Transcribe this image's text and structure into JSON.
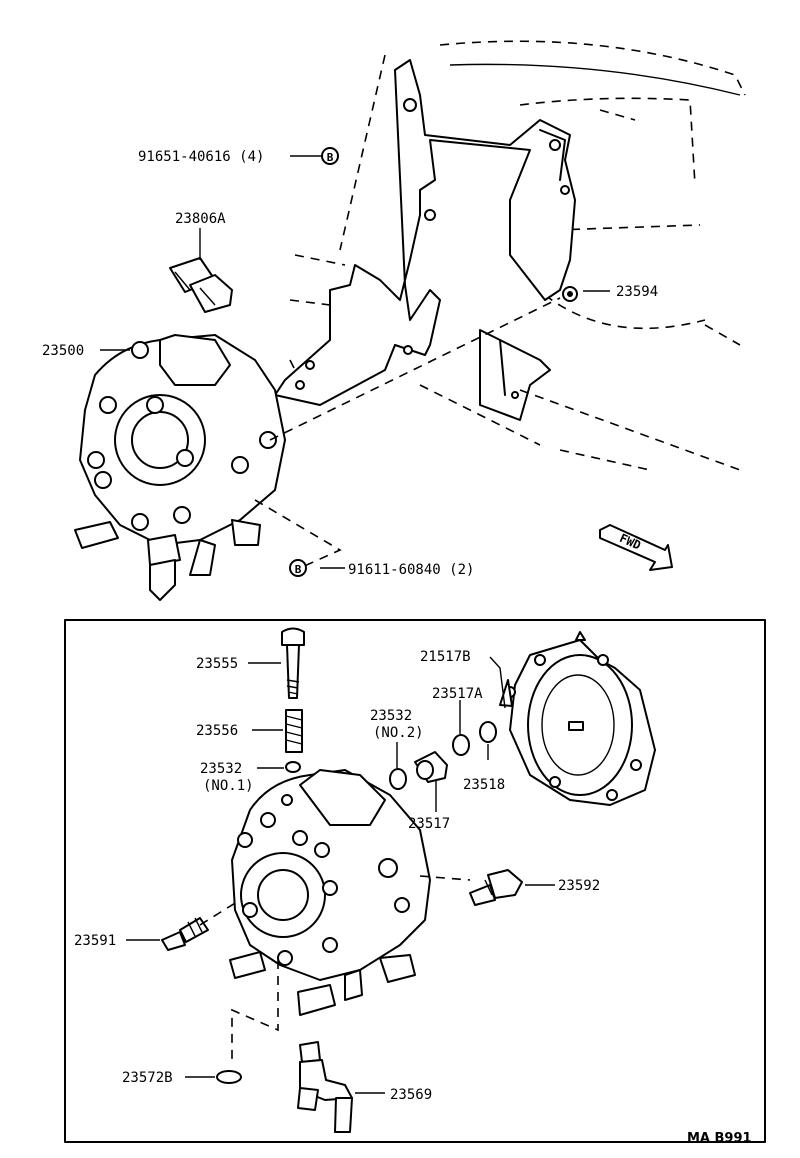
{
  "callouts": {
    "bolt_4": "91651-40616 (4)",
    "union": "23806A",
    "regulator_assy": "23500",
    "bracket": "23594",
    "bolt_2": "91611-60840 (2)",
    "screw": "23555",
    "spring": "23556",
    "o_ring_no2": "23532",
    "o_ring_no2_sub": "(NO.2)",
    "o_ring_no1": "23532",
    "o_ring_no1_sub": "(NO.1)",
    "diaphragm_cover": "21517B",
    "gasket_a": "23517A",
    "plug": "23517",
    "gasket": "23518",
    "connector": "23592",
    "valve": "23591",
    "gasket_b": "23572B",
    "elbow": "23569"
  },
  "markers": {
    "bolt_symbol": "B"
  },
  "fwd_label": "FWD",
  "figure_code": "MA B991"
}
